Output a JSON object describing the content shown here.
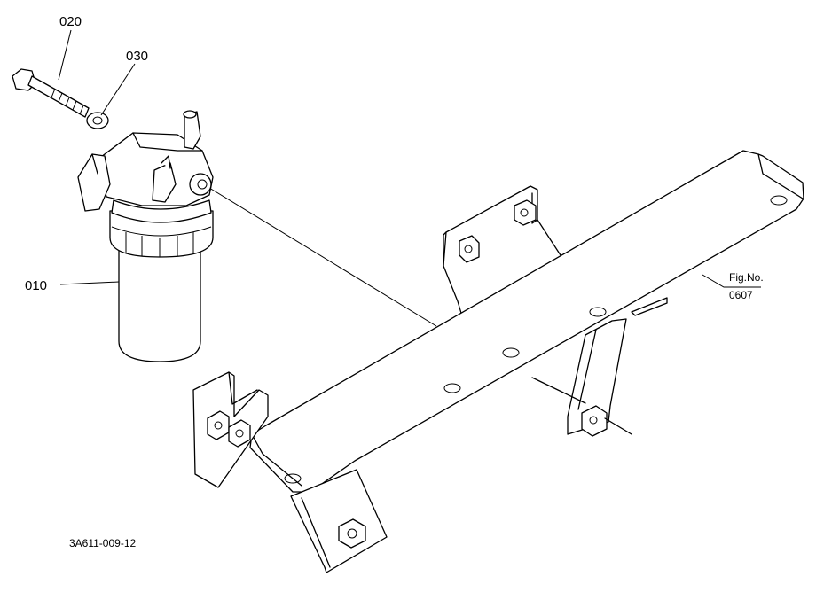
{
  "callouts": {
    "filter": "010",
    "bolt": "020",
    "washer": "030",
    "fig_ref_line1": "Fig.No.",
    "fig_ref_line2": "0607"
  },
  "drawing_code": "3A611-009-12"
}
